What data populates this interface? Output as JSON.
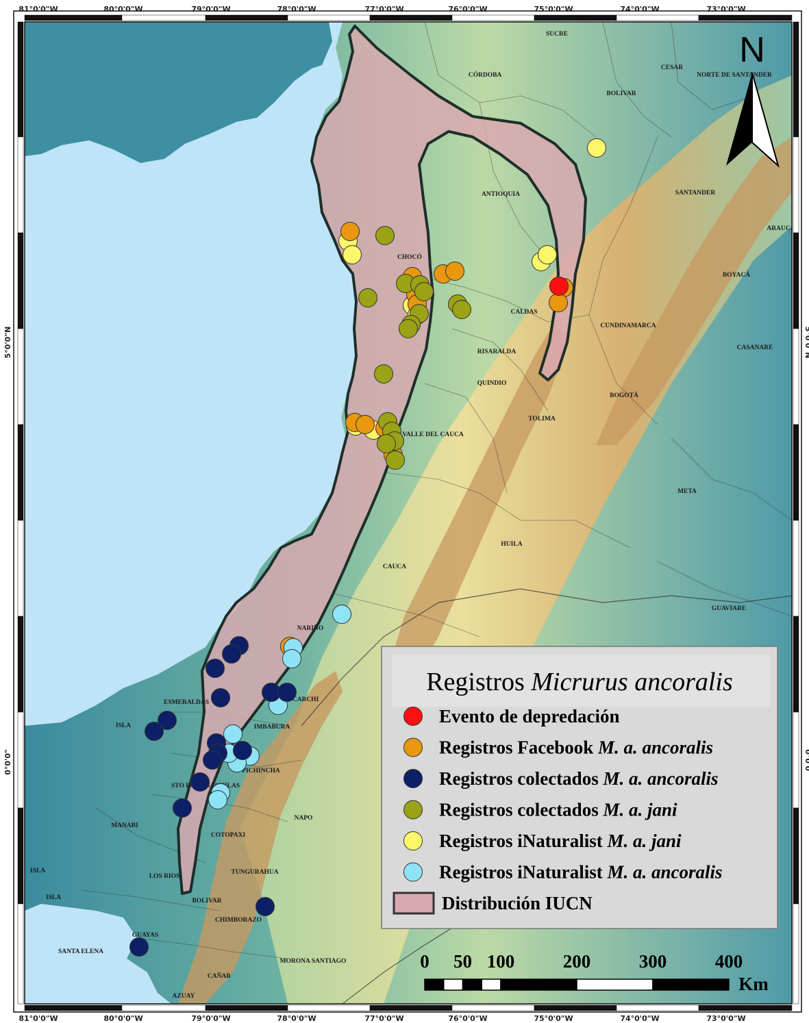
{
  "frame": {
    "lon_labels": [
      "81°0'0\"W",
      "80°0'0\"W",
      "79°0'0\"W",
      "78°0'0\"W",
      "77°0'0\"W",
      "76°0'0\"W",
      "75°0'0\"W",
      "74°0'0\"W",
      "73°0'0\"W"
    ],
    "lat_labels": [
      "5°0'0\"N",
      "0°0'0\""
    ]
  },
  "colors": {
    "sea": "#bfe4f7",
    "land_low": "#3d8fa1",
    "land_mid": "#8cc4a0",
    "land_high": "#e9dd9a",
    "mountain": "#c79860",
    "iucn_fill": "#d8a9b0",
    "iucn_stroke": "#1e2f2a",
    "predation": "#ff1010",
    "facebook_ancoralis": "#e8970f",
    "collected_ancoralis": "#0d1f66",
    "collected_jani": "#9aa215",
    "inaturalist_jani": "#fbf66a",
    "inaturalist_ancoralis": "#8fe3f6",
    "legend_bg": "#d9d9d9"
  },
  "departments": [
    "SUCRE",
    "CÓRDOBA",
    "CESAR",
    "NORTE DE SANTANDER",
    "BOLIVAR",
    "ANTIOQUIA",
    "SANTANDER",
    "ARAUCA",
    "CHOCÓ",
    "BOYACÁ",
    "CALDAS",
    "CUNDINAMARCA",
    "CASANARE",
    "RISARALDA",
    "QUINDIO",
    "BOGOTÁ",
    "TOLIMA",
    "VALLE DEL CAUCA",
    "META",
    "HUILA",
    "CAUCA",
    "GUAVIARE",
    "NARIÑO",
    "CARCHI",
    "ESMERALDAS",
    "ISLA",
    "IMBABURA",
    "PICHINCHA",
    "STO DGO TSACHILAS",
    "NAPO",
    "MANABI",
    "COTOPAXI",
    "ISLA",
    "LOS RIOS",
    "TUNGURAHUA",
    "ISLA",
    "BOLIVAR",
    "CHIMBORAZO",
    "GUAYAS",
    "SANTA ELENA",
    "MORONA SANTIAGO",
    "CAÑAR",
    "AZUAY"
  ],
  "north": {
    "label": "N",
    "icon": "north-arrow-icon"
  },
  "legend": {
    "title_plain": "Registros ",
    "title_italic": "Micrurus ancoralis",
    "items": [
      {
        "key": "predation",
        "plain": "Evento de depredación",
        "italic": ""
      },
      {
        "key": "facebook_ancoralis",
        "plain": "Registros Facebook ",
        "italic": "M. a. ancoralis"
      },
      {
        "key": "collected_ancoralis",
        "plain": "Registros colectados ",
        "italic": "M. a. ancoralis"
      },
      {
        "key": "collected_jani",
        "plain": "Registros colectados ",
        "italic": "M. a. jani"
      },
      {
        "key": "inaturalist_jani",
        "plain": "Registros iNaturalist ",
        "italic": "M. a. jani"
      },
      {
        "key": "inaturalist_ancoralis",
        "plain": "Registros iNaturalist  ",
        "italic": "M. a. ancoralis"
      },
      {
        "key": "iucn",
        "plain": "Distribución IUCN",
        "italic": ""
      }
    ]
  },
  "scale": {
    "ticks": [
      "0",
      "50",
      "100",
      "200",
      "300",
      "400"
    ],
    "values": [
      0,
      50,
      100,
      200,
      300,
      400
    ],
    "unit": "Km"
  }
}
